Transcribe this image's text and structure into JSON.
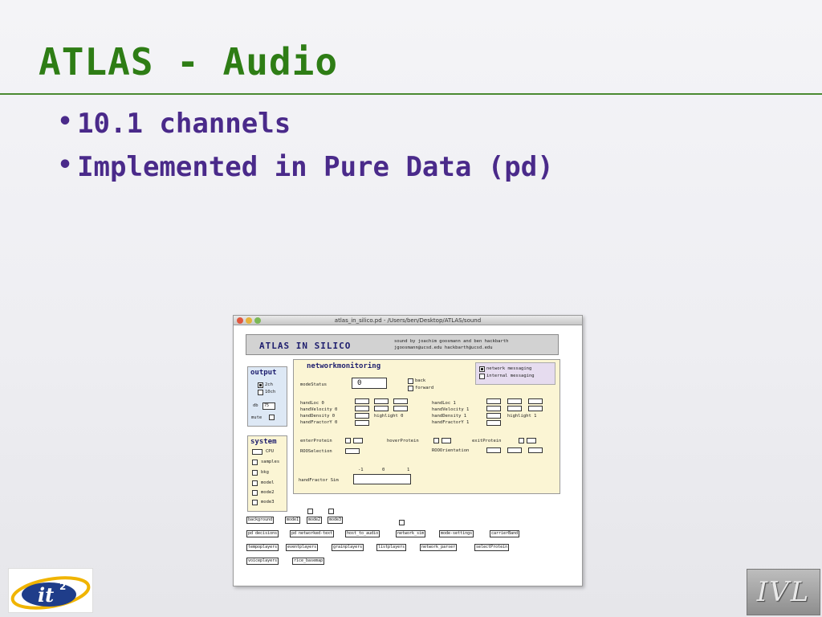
{
  "slide": {
    "title": "ATLAS - Audio",
    "bullets": [
      "10.1 channels",
      "Implemented in Pure Data (pd)"
    ]
  },
  "window": {
    "title": "atlas_in_silico.pd - /Users/ben/Desktop/ATLAS/sound",
    "header_label": "ATLAS IN SILICO",
    "credits_line1": "sound by joachim goosmann and ben hackbarth",
    "credits_line2": "jgoosmann@ucsd.edu hackbarth@ucsd.edu",
    "output": {
      "heading": "output",
      "opt1": "2ch",
      "opt2": "10ch",
      "db_label": "db",
      "db_value": "75",
      "mute_label": "mute"
    },
    "system": {
      "heading": "system",
      "items": [
        "CPU",
        "samples",
        "bkg",
        "model",
        "mode2",
        "mode3"
      ]
    },
    "network": {
      "heading": "networkmonitoring",
      "mode_status_label": "modeStatus",
      "mode_value": "0",
      "back": "back",
      "forward": "forward",
      "messaging1": "network messaging",
      "messaging2": "internal messaging",
      "left_labels": [
        "handLoc 0",
        "handVelocity 0",
        "handDensity 0",
        "handFractorY 0"
      ],
      "right_labels": [
        "handLoc 1",
        "handVelocity 1",
        "handDensity 1",
        "handFractorY 1"
      ],
      "highlight0": "highlight 0",
      "highlight1": "highlight 1",
      "enter_protein": "enterProtein",
      "hover_protein": "hoverProtein",
      "exit_protein": "exitProtein",
      "roi_selection": "ROOSelection",
      "roi_orientation": "ROOOrientation",
      "hand_fractor_sim": "handFractor Sim",
      "scale_min": "-1",
      "scale_mid": "0",
      "scale_max": "1"
    },
    "objects_row1": [
      "background",
      "mode1",
      "mode2",
      "mode3"
    ],
    "objects_row2": [
      "pd decisions",
      "pd networked-text",
      "host_to_audio",
      "network_sim",
      "mode-settings",
      "carrierBand"
    ],
    "objects_row3": [
      "tempoplayers",
      "eventplayers",
      "grainplayers",
      "listplayers",
      "network_parser",
      "selectProtein"
    ],
    "objects_row4": [
      "voiceplayers",
      "rice_basemap"
    ]
  },
  "logos": {
    "left": "it2",
    "right": "IVL"
  },
  "colors": {
    "title": "#2e7d15",
    "bullets": "#4a2a8a",
    "rule": "#4b8a32"
  }
}
